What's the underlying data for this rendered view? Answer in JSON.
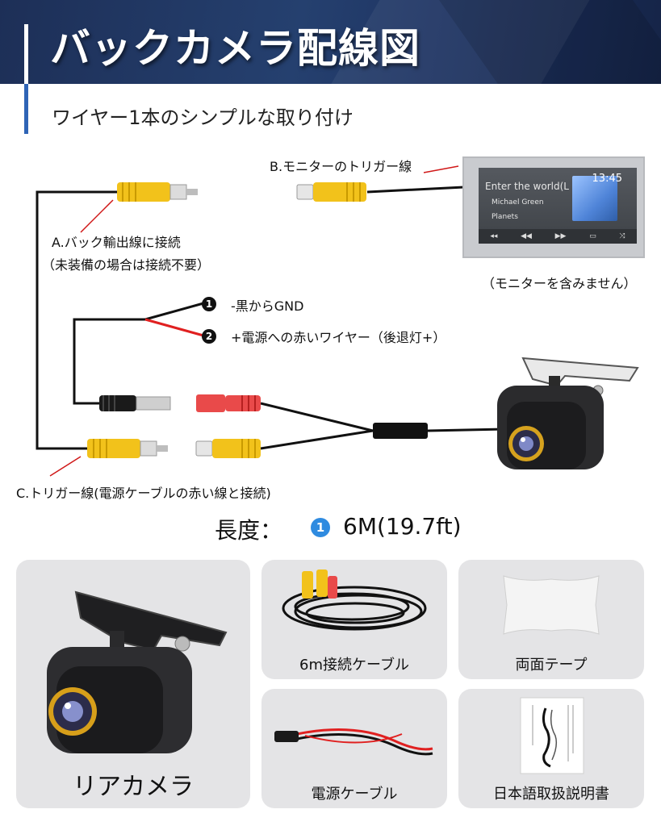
{
  "header": {
    "title": "バックカメラ配線図"
  },
  "subtitle": "ワイヤー1本のシンプルな取り付け",
  "diagram": {
    "label_a_line1": "A.バック輸出線に接続",
    "label_a_line2": "（未装備の場合は接続不要）",
    "label_b": "B.モニターのトリガー線",
    "monitor_note": "（モニターを含みません）",
    "wire1_num": "1",
    "wire1_label": "-黒からGND",
    "wire2_num": "2",
    "wire2_label": "+電源への赤いワイヤー（後退灯+）",
    "label_c": "C.トリガー線(電源ケーブルの赤い線と接続)",
    "monitor_screen": {
      "time": "13:45",
      "line1": "Enter the world(L",
      "line2": "Michael Green",
      "line3": "Planets"
    }
  },
  "length": {
    "label": "長度：",
    "badge": "1",
    "value": "6M(19.7ft)"
  },
  "items": [
    {
      "label": "リアカメラ"
    },
    {
      "label": "6m接続ケーブル"
    },
    {
      "label": "両面テープ"
    },
    {
      "label": "電源ケーブル"
    },
    {
      "label": "日本語取扱説明書"
    }
  ],
  "colors": {
    "header": "#1f3563",
    "accent": "#2f64b6",
    "badge": "#2f8be0",
    "rca_yellow": "#f2c21b",
    "wire_red": "#e02020",
    "card": "#e4e4e6"
  }
}
